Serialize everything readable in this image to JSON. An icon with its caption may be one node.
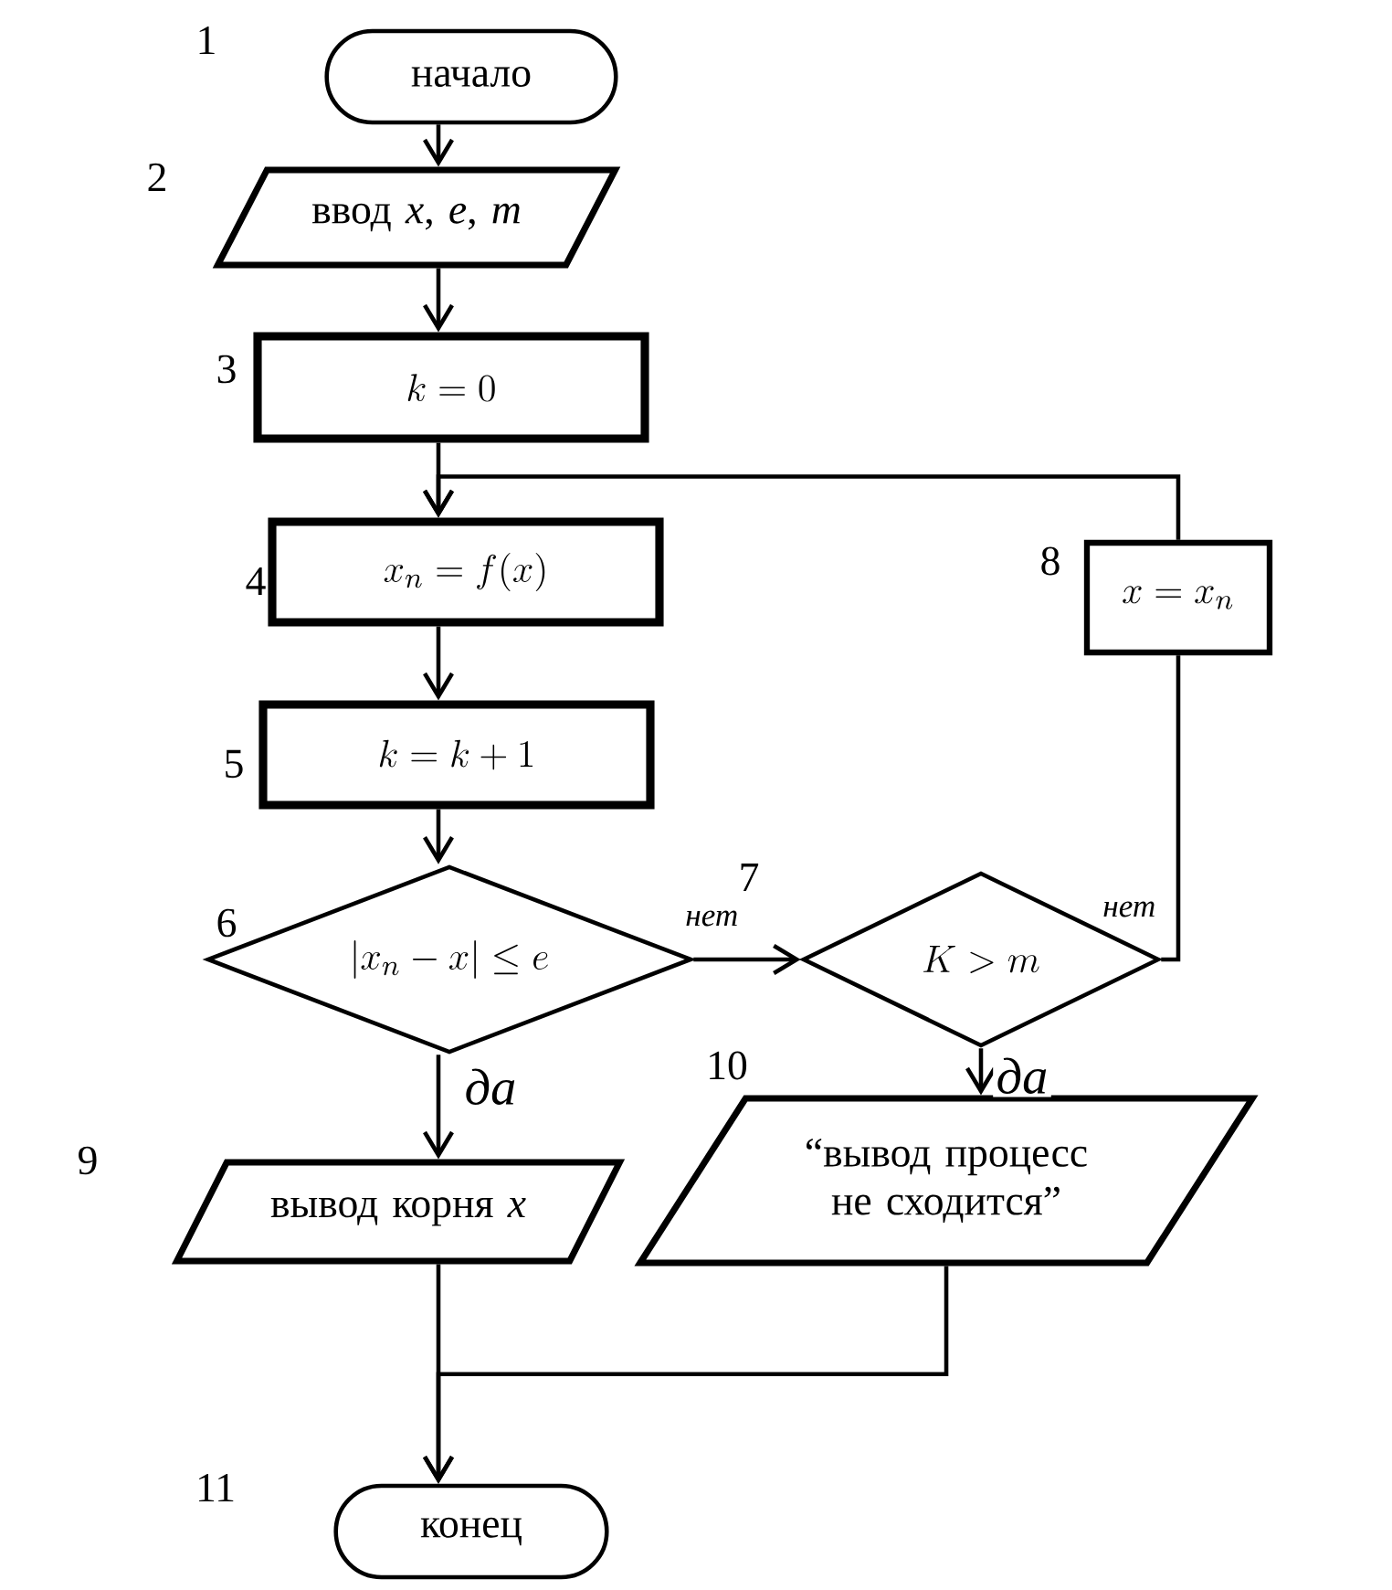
{
  "diagram": {
    "nodes": [
      {
        "text": [
          "начало"
        ],
        "beside": [
          "1"
        ]
      },
      {
        "text": [
          "ввод *x*, *e*, *m*"
        ],
        "beside": [
          "2"
        ]
      },
      {
        "text": [
          "k = 0"
        ],
        "beside": [
          "3"
        ]
      },
      {
        "text": [
          "x_n = f(x)"
        ],
        "beside": [
          "4"
        ]
      },
      {
        "text": [
          "k = k + 1"
        ],
        "beside": [
          "5"
        ]
      },
      {
        "text": [
          "\\left| x_n - x \\right| \\le e"
        ],
        "beside": [
          "6"
        ]
      },
      {
        "text": [
          "K > m"
        ],
        "beside": [
          "7"
        ]
      },
      {
        "text": [
          "x = x_n"
        ],
        "beside": [
          "8"
        ]
      },
      {
        "text": [
          "вывод корня *x*"
        ],
        "beside": [
          "9"
        ]
      },
      {
        "text": [
          "“вывод процесс не сходится”"
        ],
        "beside": [
          "10"
        ]
      },
      {
        "text": [
          "конец"
        ],
        "beside": [
          "11"
        ]
      }
    ],
    "edges": [
      {
        "from": 0,
        "to": 1,
        "arrow": "to"
      },
      {
        "from": 1,
        "to": 2,
        "arrow": "to"
      },
      {
        "from": 2,
        "to": 3,
        "arrow": "to"
      },
      {
        "from": 3,
        "to": 4,
        "arrow": "to"
      },
      {
        "from": 4,
        "to": 5,
        "arrow": "to"
      },
      {
        "from": 5,
        "to": 6,
        "arrow": "to",
        "label": "нет"
      },
      {
        "from": 6,
        "to": 7,
        "arrow": "none",
        "label": "нет"
      },
      {
        "from": 7,
        "to": 3,
        "arrow": "to"
      },
      {
        "from": 5,
        "to": 8,
        "arrow": "to",
        "label": "да"
      },
      {
        "from": 6,
        "to": 9,
        "arrow": "to",
        "label": "да"
      },
      {
        "from": 8,
        "to": 10,
        "arrow": "to"
      },
      {
        "from": 9,
        "to": 10,
        "arrow": "to"
      }
    ]
  }
}
